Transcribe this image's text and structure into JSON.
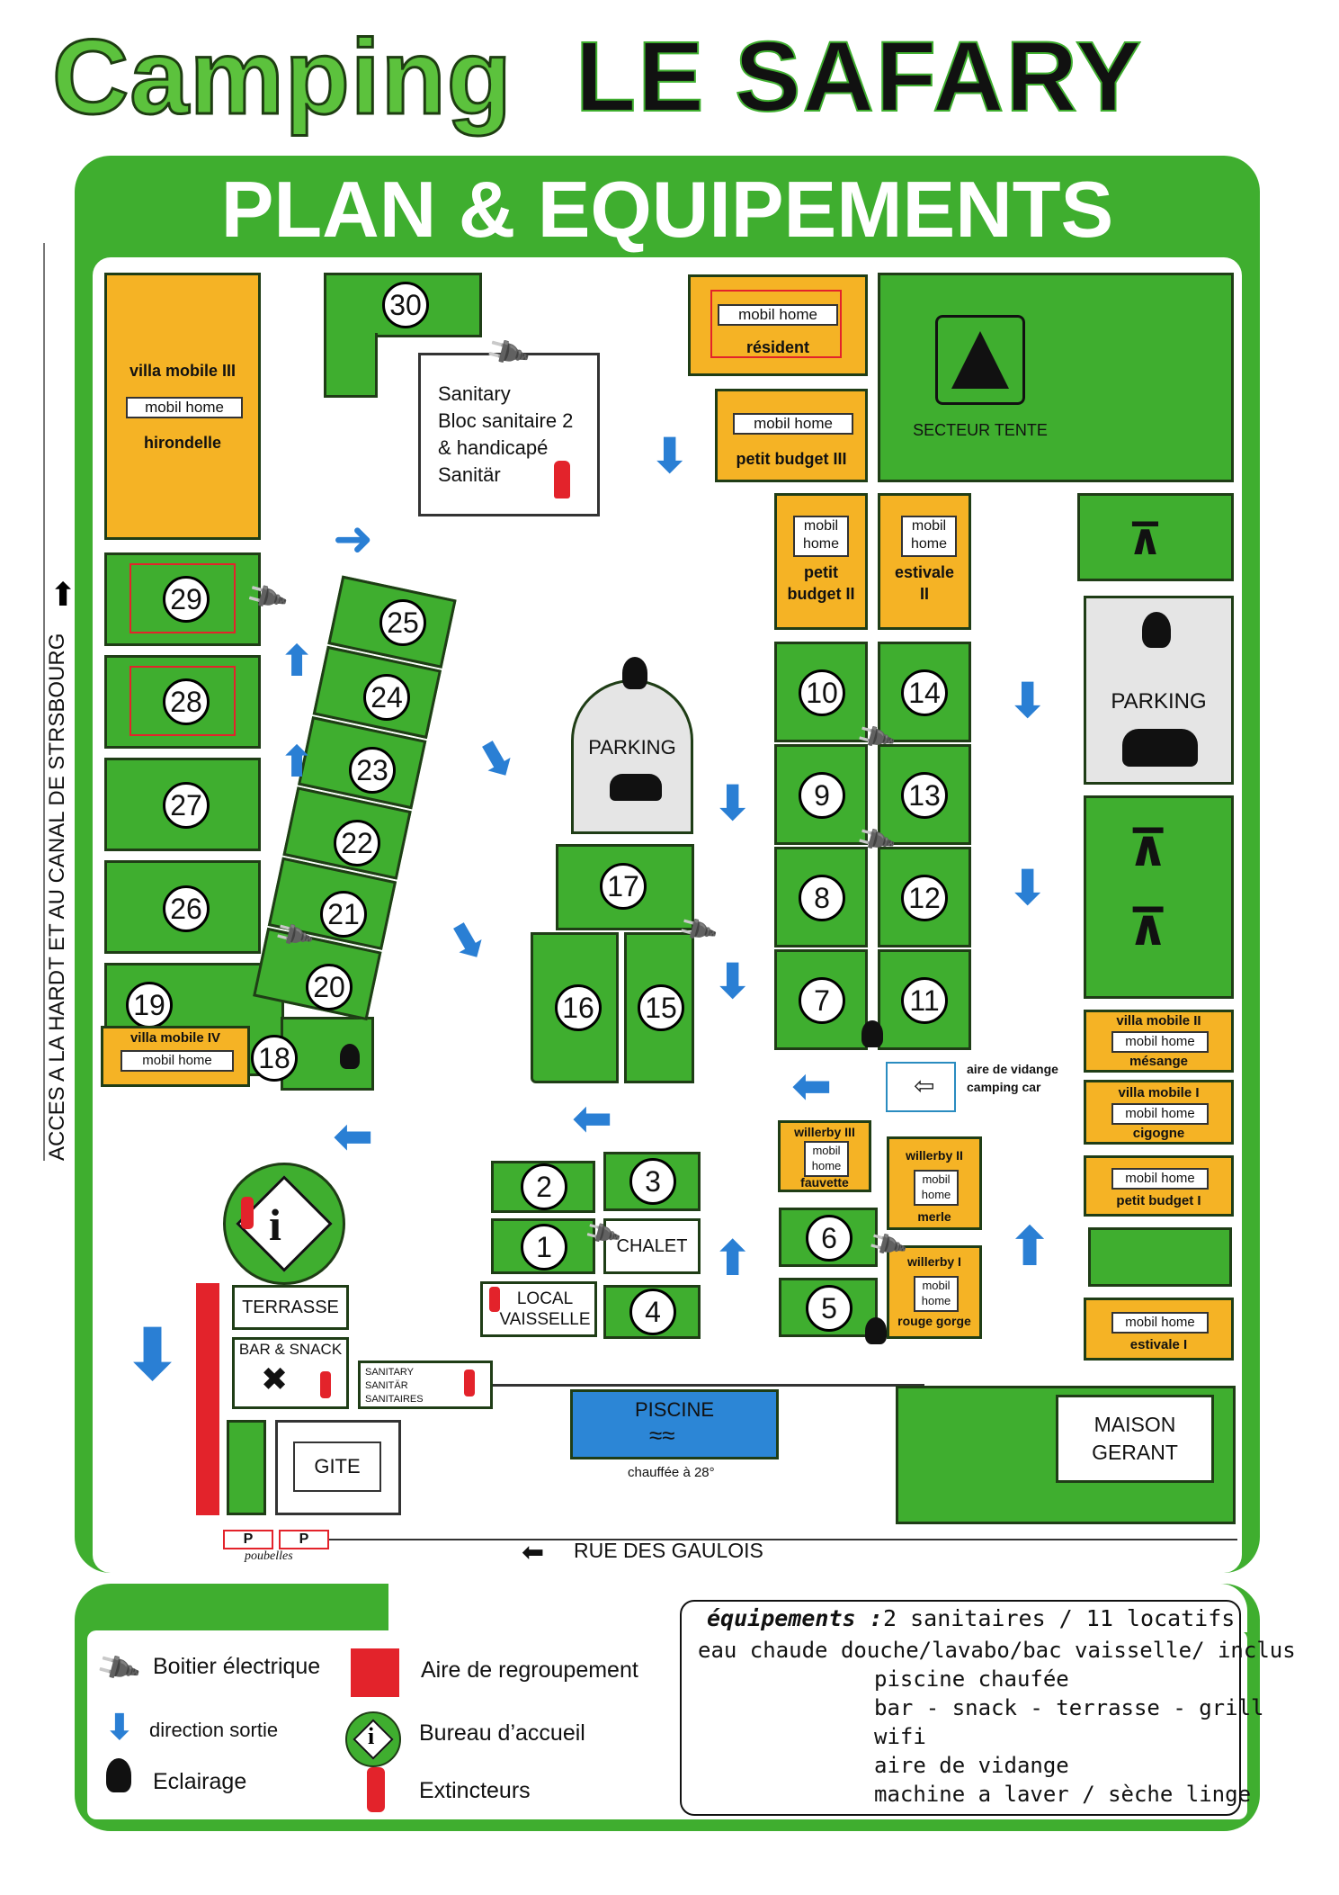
{
  "header": {
    "camping": "Camping",
    "name": "LE SAFARY",
    "subtitle": "PLAN & EQUIPEMENTS"
  },
  "colors": {
    "green": "#3fae2f",
    "orange": "#f5b325",
    "arrow_blue": "#2a7fd4",
    "red": "#e3232b",
    "pool": "#2c86d6"
  },
  "side_text": "ACCES A LA HARDT ET AU CANAL DE STRSBOURG",
  "plots": {
    "p1": "1",
    "p2": "2",
    "p3": "3",
    "p4": "4",
    "p5": "5",
    "p6": "6",
    "p7": "7",
    "p8": "8",
    "p9": "9",
    "p10": "10",
    "p11": "11",
    "p12": "12",
    "p13": "13",
    "p14": "14",
    "p15": "15",
    "p16": "16",
    "p17": "17",
    "p18": "18",
    "p19": "19",
    "p20": "20",
    "p21": "21",
    "p22": "22",
    "p23": "23",
    "p24": "24",
    "p25": "25",
    "p26": "26",
    "p27": "27",
    "p28": "28",
    "p29": "29",
    "p30": "30"
  },
  "rentals": {
    "mobil_home": "mobil home",
    "mobil": "mobil",
    "home": "home",
    "villa_mobile_iii": "villa mobile III",
    "hirondelle": "hirondelle",
    "resident": "résident",
    "petit_budget_iii": "petit budget III",
    "petit": "petit",
    "budget_ii": "budget II",
    "estivale": "estivale",
    "ii": "II",
    "villa_mobile_iv": "villa mobile IV",
    "villa_mobile_ii": "villa mobile II",
    "mesange": "mésange",
    "villa_mobile_i": "villa mobile I",
    "cigogne": "cigogne",
    "petit_budget_i": "petit budget I",
    "estivale_i": "estivale I",
    "willerby_iii": "willerby III",
    "fauvette": "fauvette",
    "willerby_ii": "willerby II",
    "merle": "merle",
    "willerby_i": "willerby I",
    "rouge_gorge": "rouge gorge"
  },
  "facilities": {
    "sanitary": [
      "Sanitary",
      "Bloc sanitaire 2",
      "& handicapé",
      "Sanitär"
    ],
    "secteur_tente": "SECTEUR TENTE",
    "parking": "PARKING",
    "aire_vidange": [
      "aire de vidange",
      "camping car"
    ],
    "chalet": "CHALET",
    "local_vaisselle": [
      "LOCAL",
      "VAISSELLE"
    ],
    "terrasse": "TERRASSE",
    "bar_snack": "BAR & SNACK",
    "sanitary_small": [
      "SANITARY",
      "SANITÄR",
      "SANITAIRES"
    ],
    "piscine": "PISCINE",
    "piscine_note": "chauffée à 28°",
    "gite": "GITE",
    "maison_gerant": [
      "MAISON",
      "GERANT"
    ],
    "p": "P",
    "poubelles": "poubelles",
    "rue": "RUE DES GAULOIS"
  },
  "legend": {
    "boitier": "Boitier électrique",
    "direction": "direction sortie",
    "eclairage": "Eclairage",
    "aire_regroupement": "Aire de regroupement",
    "bureau": "Bureau d’accueil",
    "extincteurs": "Extincteurs"
  },
  "equipements": {
    "title": "équipements :",
    "summary": "2 sanitaires / 11 locatifs",
    "lines": [
      "eau chaude douche/lavabo/bac vaisselle/ inclus",
      "piscine chaufée",
      "bar - snack - terrasse - grill",
      "wifi",
      "aire de vidange",
      "machine a laver / sèche linge"
    ]
  }
}
